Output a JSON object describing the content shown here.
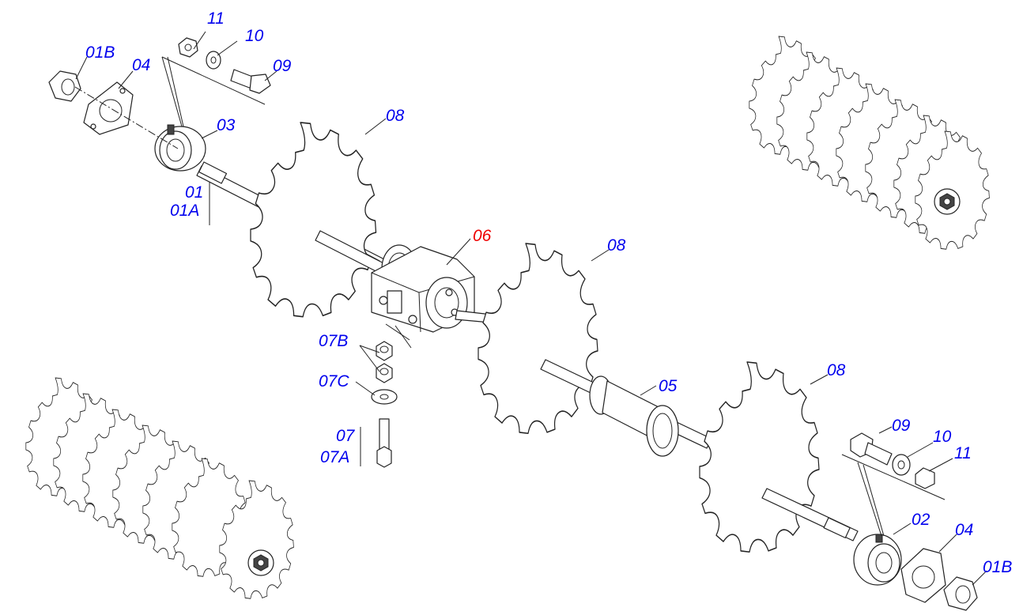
{
  "colors": {
    "label": "#0000ee",
    "highlight": "#ee0000",
    "line": "#222222",
    "background": "#ffffff"
  },
  "labels": {
    "p11_top": "11",
    "p10_top": "10",
    "p09_top": "09",
    "p01b_top": "01B",
    "p04_top": "04",
    "p03": "03",
    "p08_top": "08",
    "p01": "01",
    "p01a": "01A",
    "p06": "06",
    "p08_mid": "08",
    "p07b": "07B",
    "p07c": "07C",
    "p07": "07",
    "p07a": "07A",
    "p05": "05",
    "p08_right": "08",
    "p09_bottom": "09",
    "p10_bottom": "10",
    "p11_bottom": "11",
    "p02": "02",
    "p04_bottom": "04",
    "p01b_bottom": "01B"
  }
}
